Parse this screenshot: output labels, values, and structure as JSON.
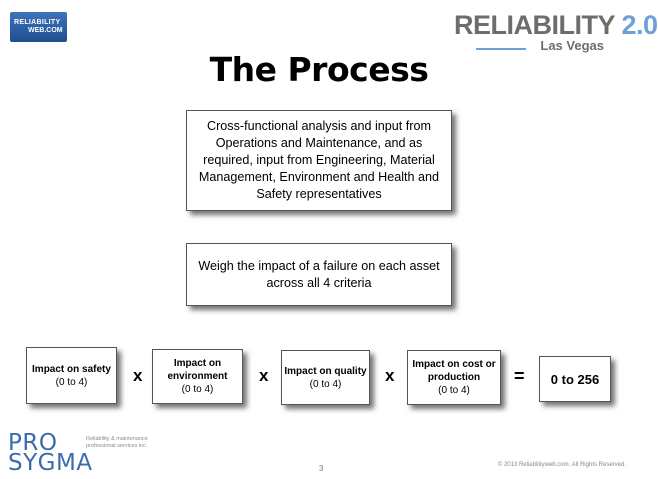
{
  "logos": {
    "reliabilityweb_line1": "RELIABILITY",
    "reliabilityweb_line2": "WEB.COM",
    "reliability_main": "RELIABILITY",
    "reliability_version": "2.0",
    "reliability_sub": "Las Vegas",
    "prosygma_line1": "PRO",
    "prosygma_line2": "SYGMA",
    "prosygma_tagline": "Reliability & maintenance professional services inc."
  },
  "title": "The Process",
  "analysis_text": "Cross-functional analysis and input from Operations and Maintenance, and as required, input from Engineering, Material Management, Environment and Health and Safety representatives",
  "weigh_text": "Weigh the impact of a failure on each asset across all 4 criteria",
  "criteria": [
    {
      "label": "Impact on safety",
      "range": "(0 to 4)"
    },
    {
      "label": "Impact on environment",
      "range": "(0 to 4)"
    },
    {
      "label": "Impact on quality",
      "range": "(0 to 4)"
    },
    {
      "label": "Impact on cost or production",
      "range": "(0 to 4)"
    }
  ],
  "operators": {
    "multiply": "x",
    "equals": "="
  },
  "result": "0 to 256",
  "footer": {
    "page_number": "3",
    "copyright": "2013 Reliabilityweb.com. All Rights Reserved."
  },
  "colors": {
    "brand_blue": "#3c6cab",
    "accent_light_blue": "#6fa0d8",
    "logo_gray": "#6d6d6d"
  }
}
